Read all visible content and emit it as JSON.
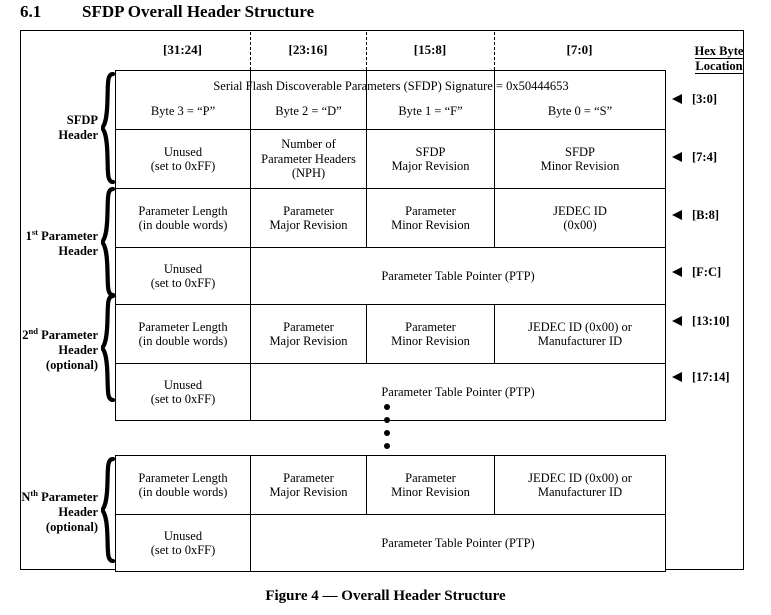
{
  "section": {
    "number": "6.1",
    "title": "SFDP Overall Header Structure"
  },
  "bit_headers": [
    {
      "label": "[31:24]"
    },
    {
      "label": "[23:16]"
    },
    {
      "label": "[15:8]"
    },
    {
      "label": "[7:0]"
    }
  ],
  "hex_location_header": {
    "line1": "Hex Byte",
    "line2": "Location"
  },
  "group_labels": [
    {
      "line1": "SFDP",
      "line2": "Header",
      "line3": ""
    },
    {
      "line1_pre": "1",
      "line1_sup": "st",
      "line1_post": " Parameter",
      "line2": "Header",
      "line3": ""
    },
    {
      "line1_pre": "2",
      "line1_sup": "nd",
      "line1_post": " Parameter",
      "line2": "Header",
      "line3": "(optional)"
    },
    {
      "line1_pre": "N",
      "line1_sup": "th",
      "line1_post": " Parameter",
      "line2": "Header",
      "line3": "(optional)"
    }
  ],
  "rows": {
    "signature": {
      "title": "Serial Flash Discoverable Parameters (SFDP) Signature = 0x50444653",
      "byte3": "Byte 3 = “P”",
      "byte2": "Byte 2 = “D”",
      "byte1": "Byte 1 = “F”",
      "byte0": "Byte 0 = “S”"
    },
    "sfdp_second": {
      "c1_l1": "Unused",
      "c1_l2": "(set to 0xFF)",
      "c2_l1": "Number of",
      "c2_l2": "Parameter Headers",
      "c2_l3": "(NPH)",
      "c3_l1": "SFDP",
      "c3_l2": "Major Revision",
      "c4_l1": "SFDP",
      "c4_l2": "Minor Revision"
    },
    "param1_first": {
      "c1_l1": "Parameter Length",
      "c1_l2": "(in double words)",
      "c2_l1": "Parameter",
      "c2_l2": "Major Revision",
      "c3_l1": "Parameter",
      "c3_l2": "Minor Revision",
      "c4_l1": "JEDEC ID",
      "c4_l2": "(0x00)"
    },
    "param1_second": {
      "c1_l1": "Unused",
      "c1_l2": "(set to 0xFF)",
      "ptp": "Parameter Table Pointer (PTP)"
    },
    "param2_first": {
      "c1_l1": "Parameter Length",
      "c1_l2": "(in double words)",
      "c2_l1": "Parameter",
      "c2_l2": "Major Revision",
      "c3_l1": "Parameter",
      "c3_l2": "Minor Revision",
      "c4_l1": "JEDEC ID (0x00) or",
      "c4_l2": "Manufacturer ID"
    },
    "param2_second": {
      "c1_l1": "Unused",
      "c1_l2": "(set to 0xFF)",
      "ptp": "Parameter Table Pointer (PTP)"
    },
    "paramN_first": {
      "c1_l1": "Parameter Length",
      "c1_l2": "(in double words)",
      "c2_l1": "Parameter",
      "c2_l2": "Major Revision",
      "c3_l1": "Parameter",
      "c3_l2": "Minor Revision",
      "c4_l1": "JEDEC ID (0x00) or",
      "c4_l2": "Manufacturer ID"
    },
    "paramN_second": {
      "c1_l1": "Unused",
      "c1_l2": "(set to 0xFF)",
      "ptp": "Parameter Table Pointer (PTP)"
    }
  },
  "hex_markers": [
    {
      "label": "[3:0]"
    },
    {
      "label": "[7:4]"
    },
    {
      "label": "[B:8]"
    },
    {
      "label": "[F:C]"
    },
    {
      "label": "[13:10]"
    },
    {
      "label": "[17:14]"
    }
  ],
  "caption": "Figure 4 — Overall Header Structure",
  "colors": {
    "ink": "#000000",
    "paper": "#ffffff"
  }
}
